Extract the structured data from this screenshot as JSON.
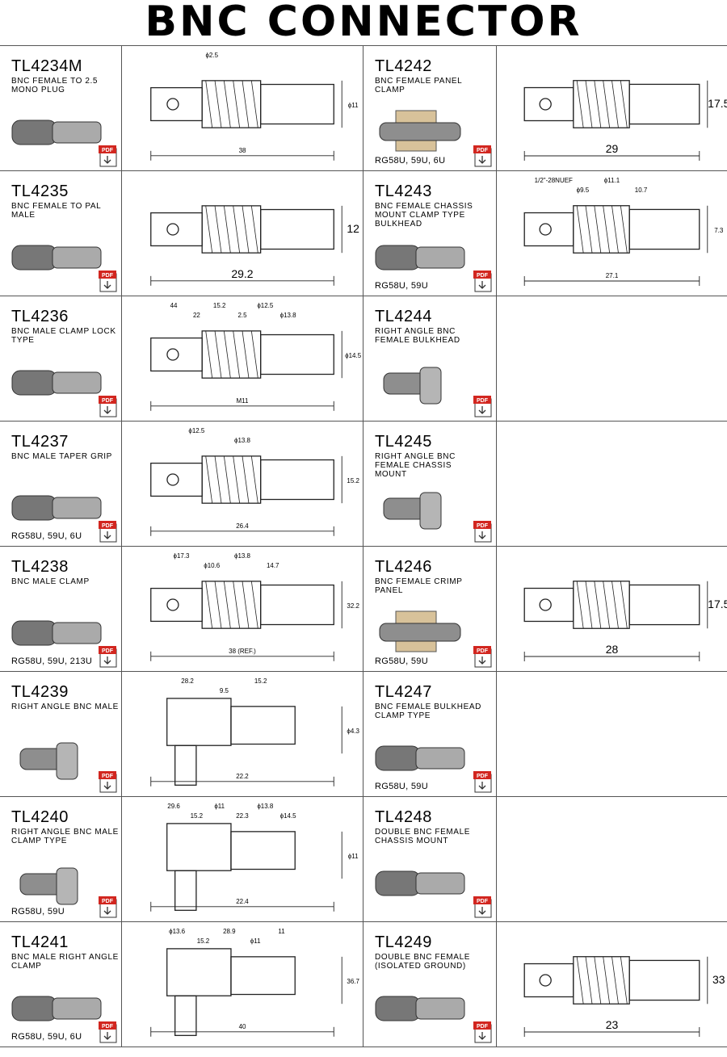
{
  "page": {
    "title": "BNC CONNECTOR"
  },
  "pdf_label": "PDF",
  "left": [
    {
      "code": "TL4234M",
      "desc": "BNC FEMALE TO 2.5 MONO PLUG",
      "cable": "",
      "dims": [
        "ϕ2.5",
        "ϕ11",
        "38"
      ]
    },
    {
      "code": "TL4235",
      "desc": "BNC FEMALE TO PAL MALE",
      "cable": "",
      "dims": [
        "12",
        "29.2"
      ]
    },
    {
      "code": "TL4236",
      "desc": "BNC MALE CLAMP LOCK TYPE",
      "cable": "",
      "dims": [
        "44",
        "22",
        "15.2",
        "2.5",
        "ϕ12.5",
        "ϕ13.8",
        "ϕ14.5",
        "M11"
      ]
    },
    {
      "code": "TL4237",
      "desc": "BNC MALE TAPER GRIP",
      "cable": "RG58U, 59U, 6U",
      "dims": [
        "ϕ12.5",
        "ϕ13.8",
        "15.2",
        "26.4"
      ]
    },
    {
      "code": "TL4238",
      "desc": "BNC MALE CLAMP",
      "cable": "RG58U, 59U, 213U",
      "dims": [
        "ϕ17.3",
        "ϕ10.6",
        "ϕ13.8",
        "14.7",
        "32.2",
        "38 (REF.)"
      ]
    },
    {
      "code": "TL4239",
      "desc": "RIGHT ANGLE BNC MALE",
      "cable": "",
      "dims": [
        "28.2",
        "9.5",
        "15.2",
        "ϕ4.3",
        "22.2"
      ]
    },
    {
      "code": "TL4240",
      "desc": "RIGHT ANGLE BNC MALE CLAMP TYPE",
      "cable": "RG58U, 59U",
      "dims": [
        "29.6",
        "15.2",
        "ϕ11",
        "22.3",
        "ϕ13.8",
        "ϕ14.5",
        "ϕ11",
        "22.4"
      ]
    },
    {
      "code": "TL4241",
      "desc": "BNC MALE RIGHT ANGLE CLAMP",
      "cable": "RG58U, 59U, 6U",
      "dims": [
        "ϕ13.6",
        "15.2",
        "28.9",
        "ϕ11",
        "11",
        "36.7",
        "40"
      ]
    }
  ],
  "right": [
    {
      "code": "TL4242",
      "desc": "BNC FEMALE PANEL CLAMP",
      "cable": "RG58U, 59U, 6U",
      "dims": [
        "17.5",
        "29"
      ]
    },
    {
      "code": "TL4243",
      "desc": "BNC FEMALE CHASSIS MOUNT CLAMP TYPE BULKHEAD",
      "cable": "RG58U, 59U",
      "dims": [
        "1/2\"-28NUEF",
        "ϕ9.5",
        "ϕ11.1",
        "10.7",
        "7.3",
        "27.1"
      ]
    },
    {
      "code": "TL4244",
      "desc": "RIGHT ANGLE BNC FEMALE BULKHEAD",
      "cable": "",
      "dims": []
    },
    {
      "code": "TL4245",
      "desc": "RIGHT ANGLE BNC FEMALE CHASSIS MOUNT",
      "cable": "",
      "dims": []
    },
    {
      "code": "TL4246",
      "desc": "BNC FEMALE CRIMP PANEL",
      "cable": "RG58U, 59U",
      "dims": [
        "17.5",
        "28"
      ]
    },
    {
      "code": "TL4247",
      "desc": "BNC FEMALE BULKHEAD CLAMP TYPE",
      "cable": "RG58U, 59U",
      "dims": []
    },
    {
      "code": "TL4248",
      "desc": "DOUBLE BNC FEMALE CHASSIS MOUNT",
      "cable": "",
      "dims": []
    },
    {
      "code": "TL4249",
      "desc": "DOUBLE BNC FEMALE (ISOLATED GROUND)",
      "cable": "",
      "dims": [
        "33",
        "23"
      ]
    }
  ]
}
